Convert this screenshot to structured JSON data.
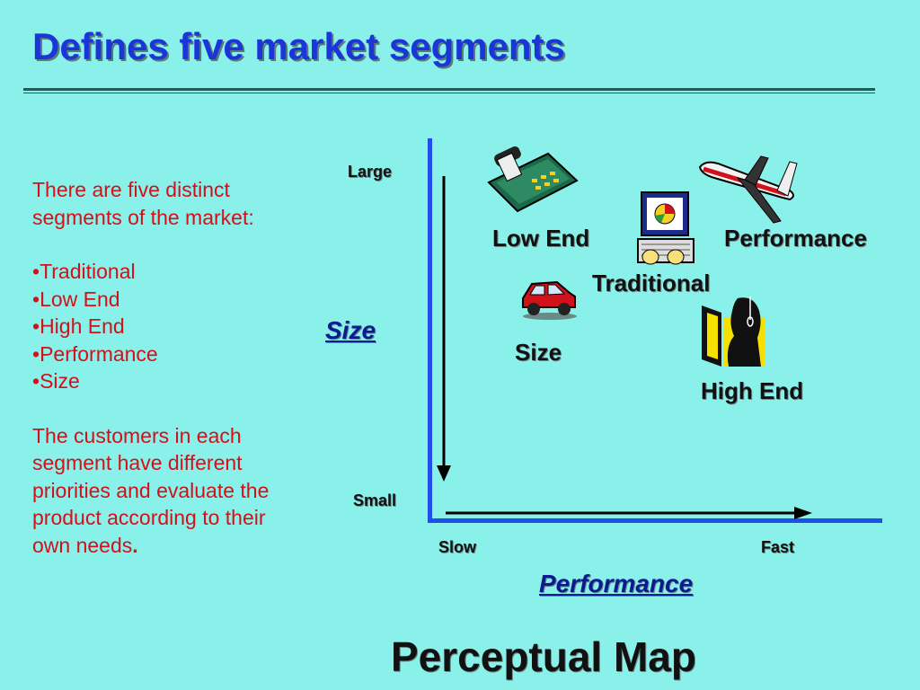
{
  "slide": {
    "title": "Defines five market segments"
  },
  "left_panel": {
    "intro": "There are five distinct segments of the market:",
    "segments": [
      "Traditional",
      "Low End",
      "High End",
      "Performance",
      "Size"
    ],
    "closing": "The customers in each segment have different priorities and evaluate the product according to their own needs",
    "closing_period": "."
  },
  "map": {
    "y_axis": {
      "title": "Size",
      "top_label": "Large",
      "bottom_label": "Small"
    },
    "x_axis": {
      "title": "Performance",
      "left_label": "Slow",
      "right_label": "Fast"
    },
    "segments": {
      "low_end": "Low End",
      "performance": "Performance",
      "traditional": "Traditional",
      "size": "Size",
      "high_end": "High End"
    },
    "caption": "Perceptual Map",
    "icons": [
      "calculator-icon",
      "airplane-icon",
      "computer-icon",
      "car-icon",
      "headset-person-icon"
    ],
    "colors": {
      "axis": "#1f4fe8",
      "title": "#1a36d8",
      "body_text": "#d0121a",
      "axis_title": "#0b1a8f",
      "background": "#8af0ea"
    }
  }
}
